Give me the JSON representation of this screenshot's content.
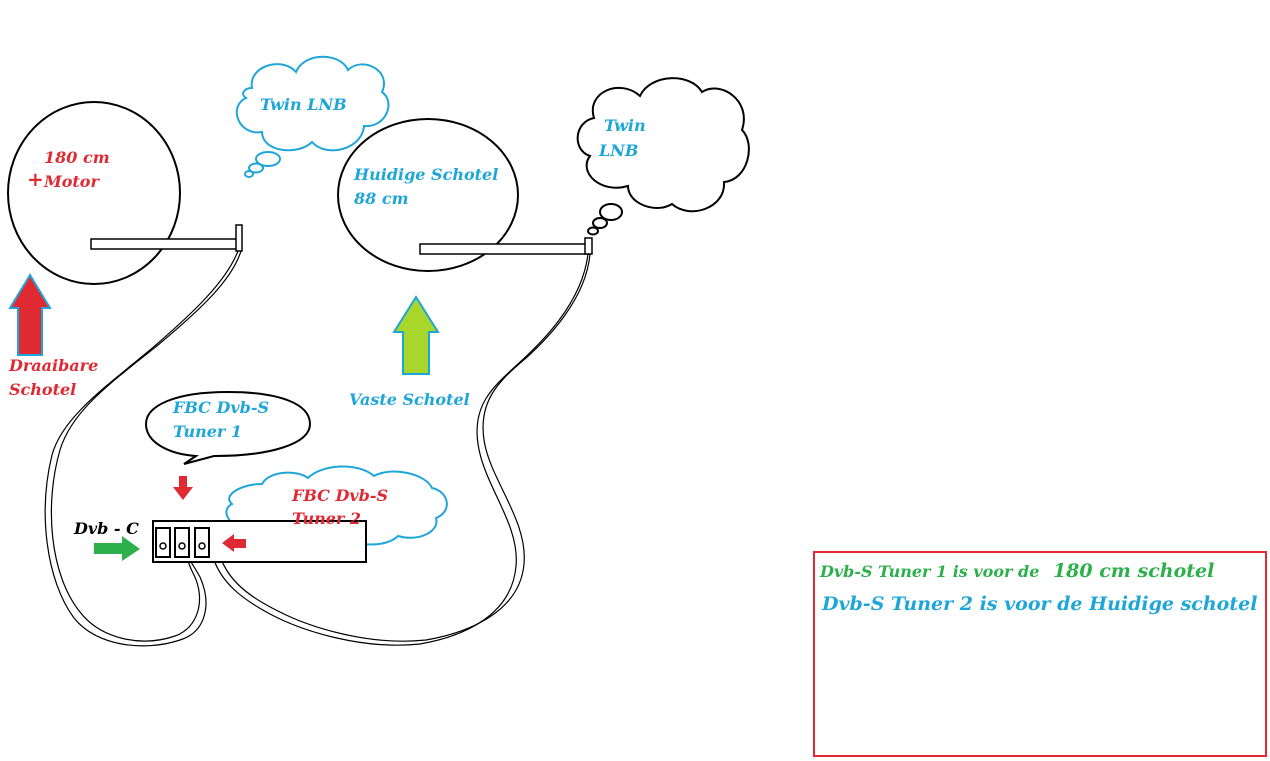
{
  "colors": {
    "red": "#e02a33",
    "blue": "#1fa6d8",
    "green": "#2db04b",
    "lime": "#a8d62a",
    "black": "#000000"
  },
  "dishes": {
    "motorized": {
      "size_label": "180 cm",
      "plus_sign": "+",
      "motor_label": "Motor",
      "arrow_label_line1": "Draaibare",
      "arrow_label_line2": "Schotel"
    },
    "fixed": {
      "name_label_line1": "Huidige Schotel",
      "name_label_line2": "88 cm",
      "arrow_label": "Vaste Schotel"
    }
  },
  "clouds": {
    "twin_lnb_1": "Twin LNB",
    "twin_lnb_2_line1": "Twin",
    "twin_lnb_2_line2": "LNB",
    "tuner2_line1": "FBC Dvb-S",
    "tuner2_line2": "Tuner 2"
  },
  "speech": {
    "tuner1_line1": "FBC Dvb-S",
    "tuner1_line2": "Tuner 1"
  },
  "receiver": {
    "dvbc_label": "Dvb - C"
  },
  "legend": {
    "line1_prefix": "Dvb-S Tuner 1 is voor de",
    "line1_emph": "180 cm schotel",
    "line2": "Dvb-S Tuner 2 is voor de Huidige schotel"
  }
}
